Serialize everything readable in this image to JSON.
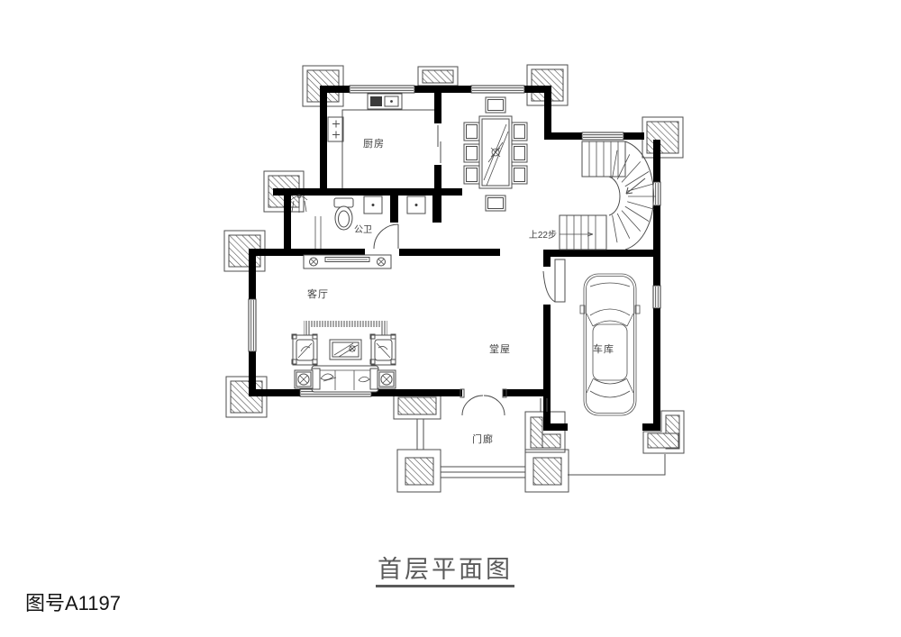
{
  "title": {
    "text": "首层平面图"
  },
  "footer": {
    "drawing_number": "图号A1197"
  },
  "rooms": {
    "kitchen": "厨房",
    "bathroom": "公卫",
    "living_room": "客厅",
    "hall": "堂屋",
    "porch": "门廊",
    "garage": "车库"
  },
  "stairs": {
    "annotation": "上22步"
  },
  "colors": {
    "wall": "#000000",
    "detail_line": "#4d4d4d",
    "window_line": "#333333",
    "title_text": "#5a5a5a",
    "footer_text": "#141414",
    "background": "#ffffff"
  }
}
